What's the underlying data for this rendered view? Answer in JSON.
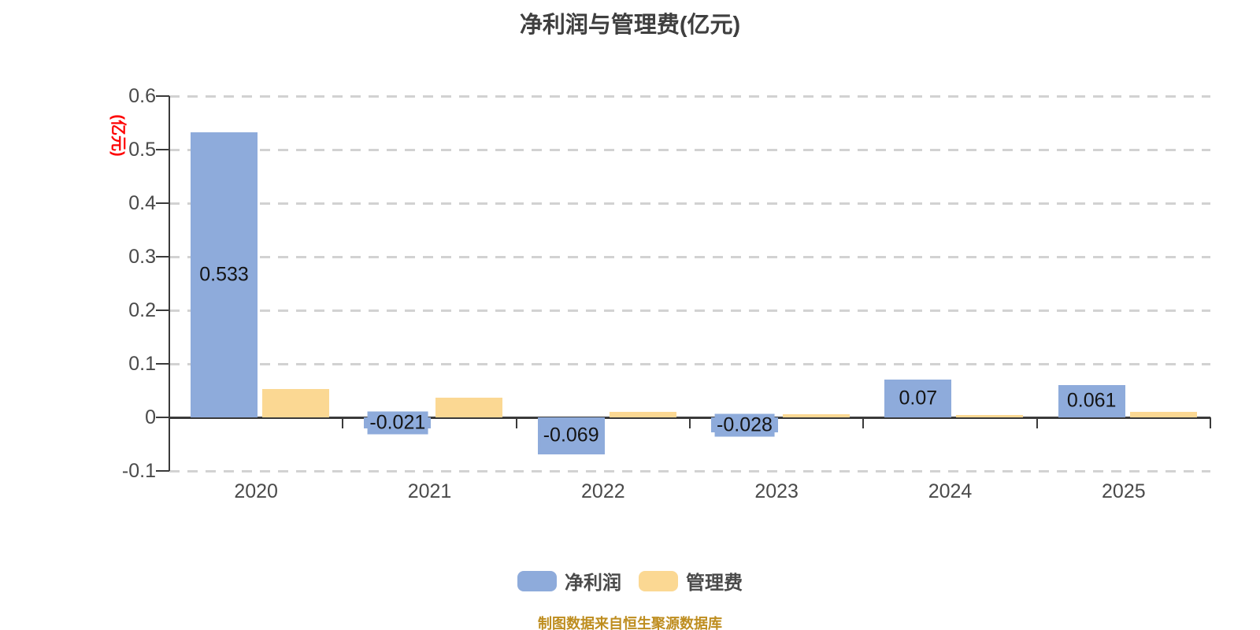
{
  "title": "净利润与管理费(亿元)",
  "y_axis": {
    "unit_label": "(亿元)",
    "unit_label_color": "#FE0000"
  },
  "legend": {
    "items": [
      {
        "label": "净利润",
        "color": "#8EABDB"
      },
      {
        "label": "管理费",
        "color": "#FBD893"
      }
    ]
  },
  "footer": "制图数据来自恒生聚源数据库",
  "colors": {
    "net_profit_bar": "#8EABDB",
    "management_fee_bar": "#FBD893",
    "title_text": "#3F3F3F",
    "axis_text": "#4A4A4A",
    "axis_line": "#3A3A3A",
    "gridline": "#D2D2D2",
    "footer_text": "#BE8D1F"
  },
  "chart_data": {
    "type": "bar",
    "title": "净利润与管理费(亿元)",
    "xlabel": "",
    "ylabel": "(亿元)",
    "categories": [
      "2020",
      "2021",
      "2022",
      "2023",
      "2024",
      "2025"
    ],
    "series": [
      {
        "name": "净利润",
        "color": "#8EABDB",
        "values": [
          0.533,
          -0.021,
          -0.069,
          -0.028,
          0.07,
          0.061
        ],
        "value_labels": [
          "0.533",
          "-0.021",
          "-0.069",
          "-0.028",
          "0.07",
          "0.061"
        ]
      },
      {
        "name": "管理费",
        "color": "#FBD893",
        "values": [
          0.053,
          0.037,
          0.011,
          0.006,
          0.005,
          0.01
        ],
        "value_labels": []
      }
    ],
    "ylim": [
      -0.1,
      0.6
    ],
    "ytick_values": [
      0.6,
      0.5,
      0.4,
      0.3,
      0.2,
      0.1,
      0,
      -0.1
    ],
    "ytick_labels": [
      "0.6",
      "0.5",
      "0.4",
      "0.3",
      "0.2",
      "0.1",
      "0",
      "-0.1"
    ],
    "grid": "dashed-horizontal",
    "legend_position": "bottom"
  }
}
